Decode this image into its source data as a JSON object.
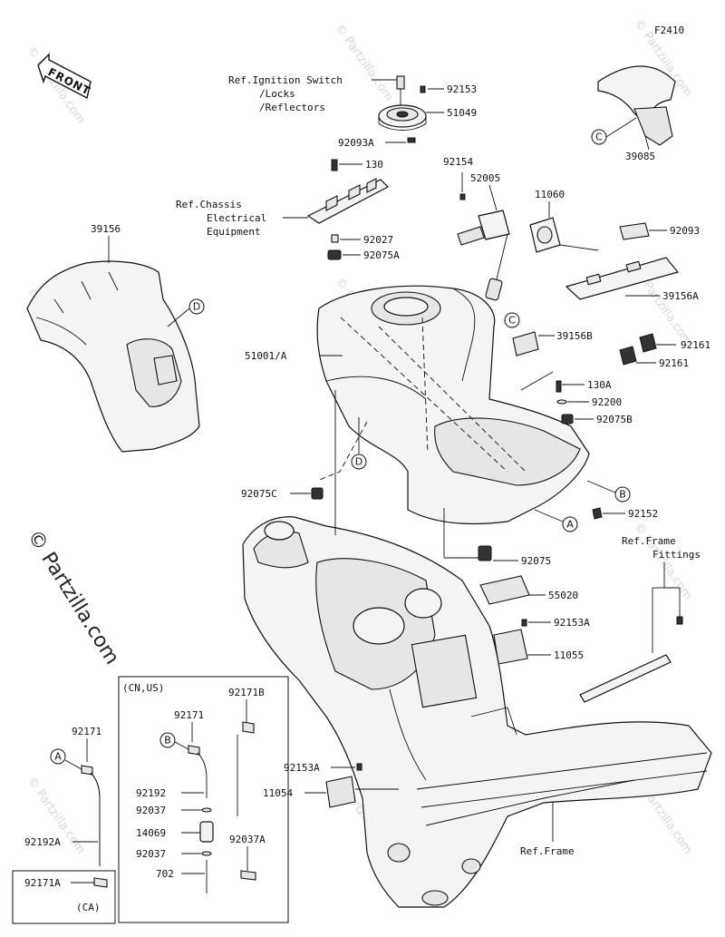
{
  "diagram_code": "F2410",
  "front_label": "FRONT",
  "watermark_text": "© Partzilla.com",
  "site_watermark": "© Partzilla.com",
  "refs": {
    "ignition_1": "Ref.Ignition Switch",
    "ignition_2": "/Locks",
    "ignition_3": "/Reflectors",
    "chassis_1": "Ref.Chassis",
    "chassis_2": "Electrical",
    "chassis_3": "Equipment",
    "frame_fittings_1": "Ref.Frame",
    "frame_fittings_2": "Fittings",
    "frame": "Ref.Frame"
  },
  "callouts": {
    "p92153": "92153",
    "p51049": "51049",
    "p92093A": "92093A",
    "p130": "130",
    "p92154": "92154",
    "p52005": "52005",
    "p11060": "11060",
    "p92093": "92093",
    "p39156": "39156",
    "p92027": "92027",
    "p92075A": "92075A",
    "p39156A": "39156A",
    "p51001A": "51001/A",
    "p39156B": "39156B",
    "p92161a": "92161",
    "p92161b": "92161",
    "p130A": "130A",
    "p92200": "92200",
    "p92075B": "92075B",
    "p92075C": "92075C",
    "p92152": "92152",
    "p92075": "92075",
    "p55020": "55020",
    "p92153A_1": "92153A",
    "p11055": "11055",
    "p39085": "39085",
    "p92153A_2": "92153A",
    "p11054": "11054",
    "p92171_out": "92171",
    "p92192A": "92192A",
    "p92171A": "92171A",
    "ca": "(CA)"
  },
  "inset": {
    "region": "(CN,US)",
    "p92171": "92171",
    "p92171B": "92171B",
    "p92192": "92192",
    "p92037a": "92037",
    "p14069": "14069",
    "p92037b": "92037",
    "p702": "702",
    "p92037A": "92037A"
  },
  "markers": {
    "A": "A",
    "B": "B",
    "C": "C",
    "D": "D"
  }
}
